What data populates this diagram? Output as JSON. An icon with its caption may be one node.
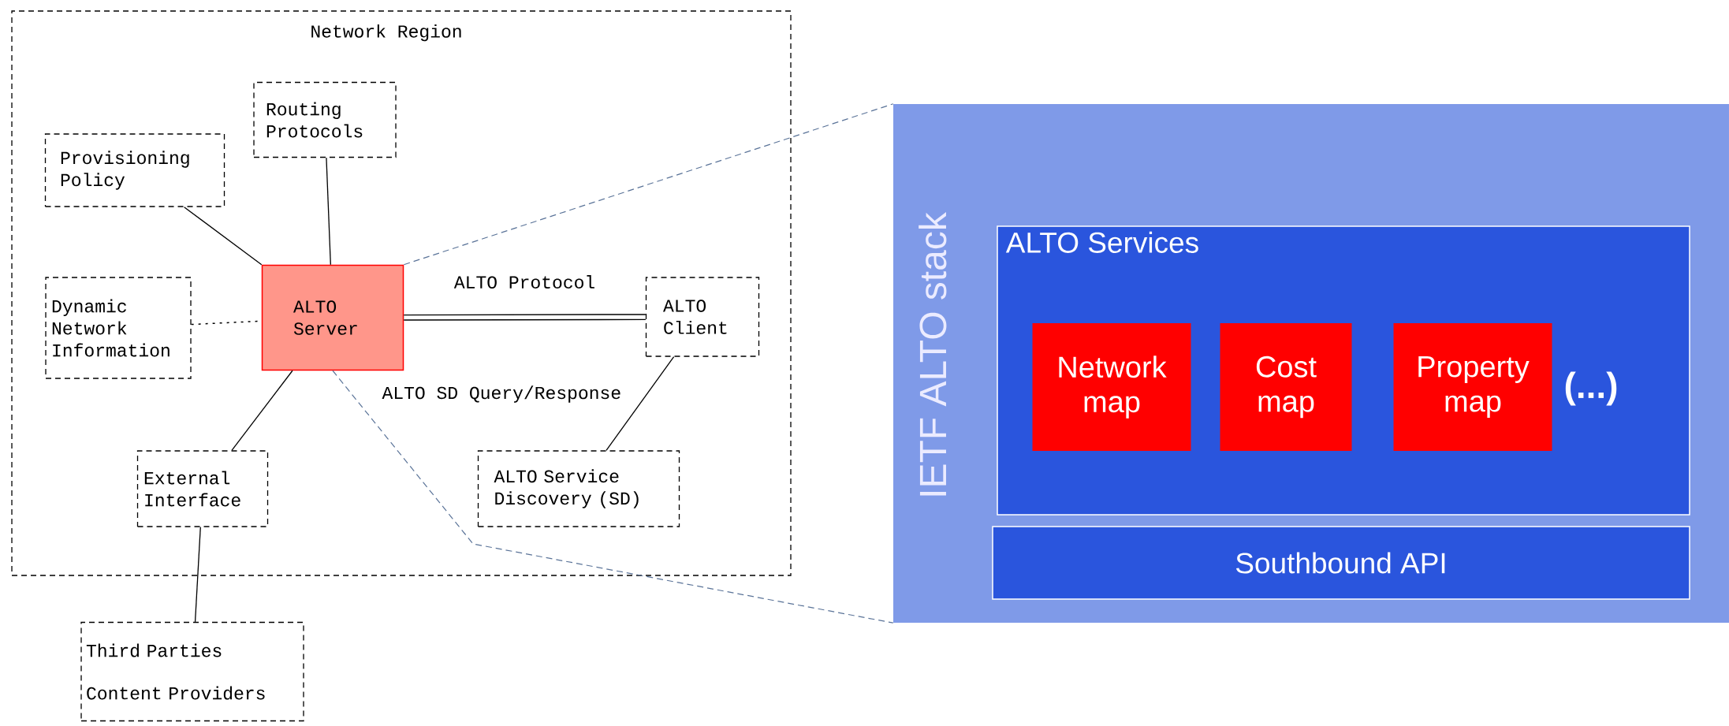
{
  "diagram": {
    "nodes": [
      {
        "text": [
          "Network Region"
        ]
      },
      {
        "text": [
          "Routing Protocols"
        ],
        "in": 0
      },
      {
        "text": [
          "Provisioning Policy"
        ],
        "in": 0
      },
      {
        "text": [
          "Dynamic Network Information"
        ],
        "in": 0
      },
      {
        "text": [
          "ALTO Server"
        ],
        "in": 0
      },
      {
        "text": [
          "ALTO Client"
        ],
        "in": 0
      },
      {
        "text": [
          "External Interface"
        ],
        "in": 0
      },
      {
        "text": [
          "ALTO Service Discovery (SD)"
        ],
        "in": 0
      },
      {
        "text": [
          "Third Parties",
          "Content Providers"
        ]
      },
      {
        "text": [
          "IETF ALTO stack"
        ]
      },
      {
        "text": [
          "ALTO Services"
        ],
        "in": 9
      },
      {
        "text": [
          "Network map"
        ],
        "in": 10
      },
      {
        "text": [
          "Cost map"
        ],
        "in": 10
      },
      {
        "text": [
          "Property map"
        ],
        "in": 10
      },
      {
        "text": [
          "Southbound API"
        ],
        "in": 9
      }
    ],
    "edges": [
      {
        "from": 2,
        "to": 4,
        "arrow": "none"
      },
      {
        "from": 1,
        "to": 4,
        "arrow": "none"
      },
      {
        "from": 3,
        "to": 4,
        "arrow": "none",
        "style": "dashed"
      },
      {
        "from": 4,
        "to": 5,
        "arrow": "none",
        "label": "ALTO Protocol",
        "style": "thick"
      },
      {
        "from": 4,
        "to": 6,
        "arrow": "none"
      },
      {
        "from": 5,
        "to": 7,
        "arrow": "none",
        "label": "ALTO SD Query/Response"
      },
      {
        "from": 6,
        "to": 8,
        "arrow": "none"
      },
      {
        "from": 4,
        "to": 9,
        "arrow": "none",
        "style": "dashed",
        "color": "#5a7398"
      },
      {
        "from": 4,
        "to": 9,
        "arrow": "none",
        "style": "dashed",
        "color": "#5a7398"
      }
    ],
    "labels": [
      "(...)"
    ]
  }
}
